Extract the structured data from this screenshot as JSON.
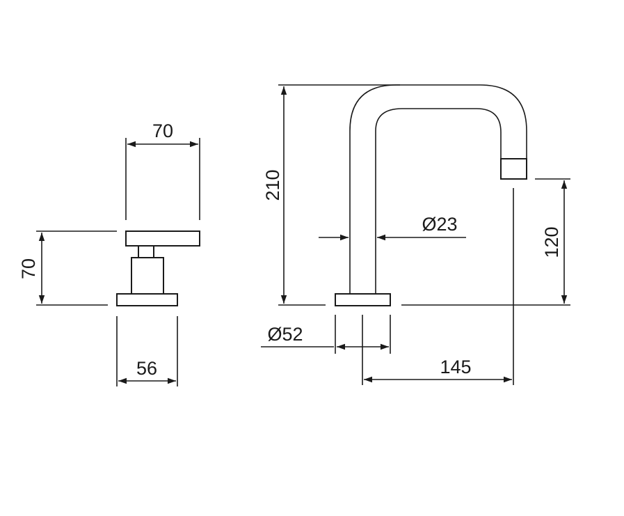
{
  "drawing": {
    "colors": {
      "line": "#1a1a1a",
      "background": "#ffffff"
    },
    "handle_view": {
      "dimensions": {
        "handle_width": "70",
        "handle_height": "70",
        "base_width": "56"
      }
    },
    "spout_view": {
      "dimensions": {
        "total_height": "210",
        "spout_diameter": "Ø23",
        "outlet_height": "120",
        "base_diameter": "Ø52",
        "reach": "145"
      }
    }
  }
}
